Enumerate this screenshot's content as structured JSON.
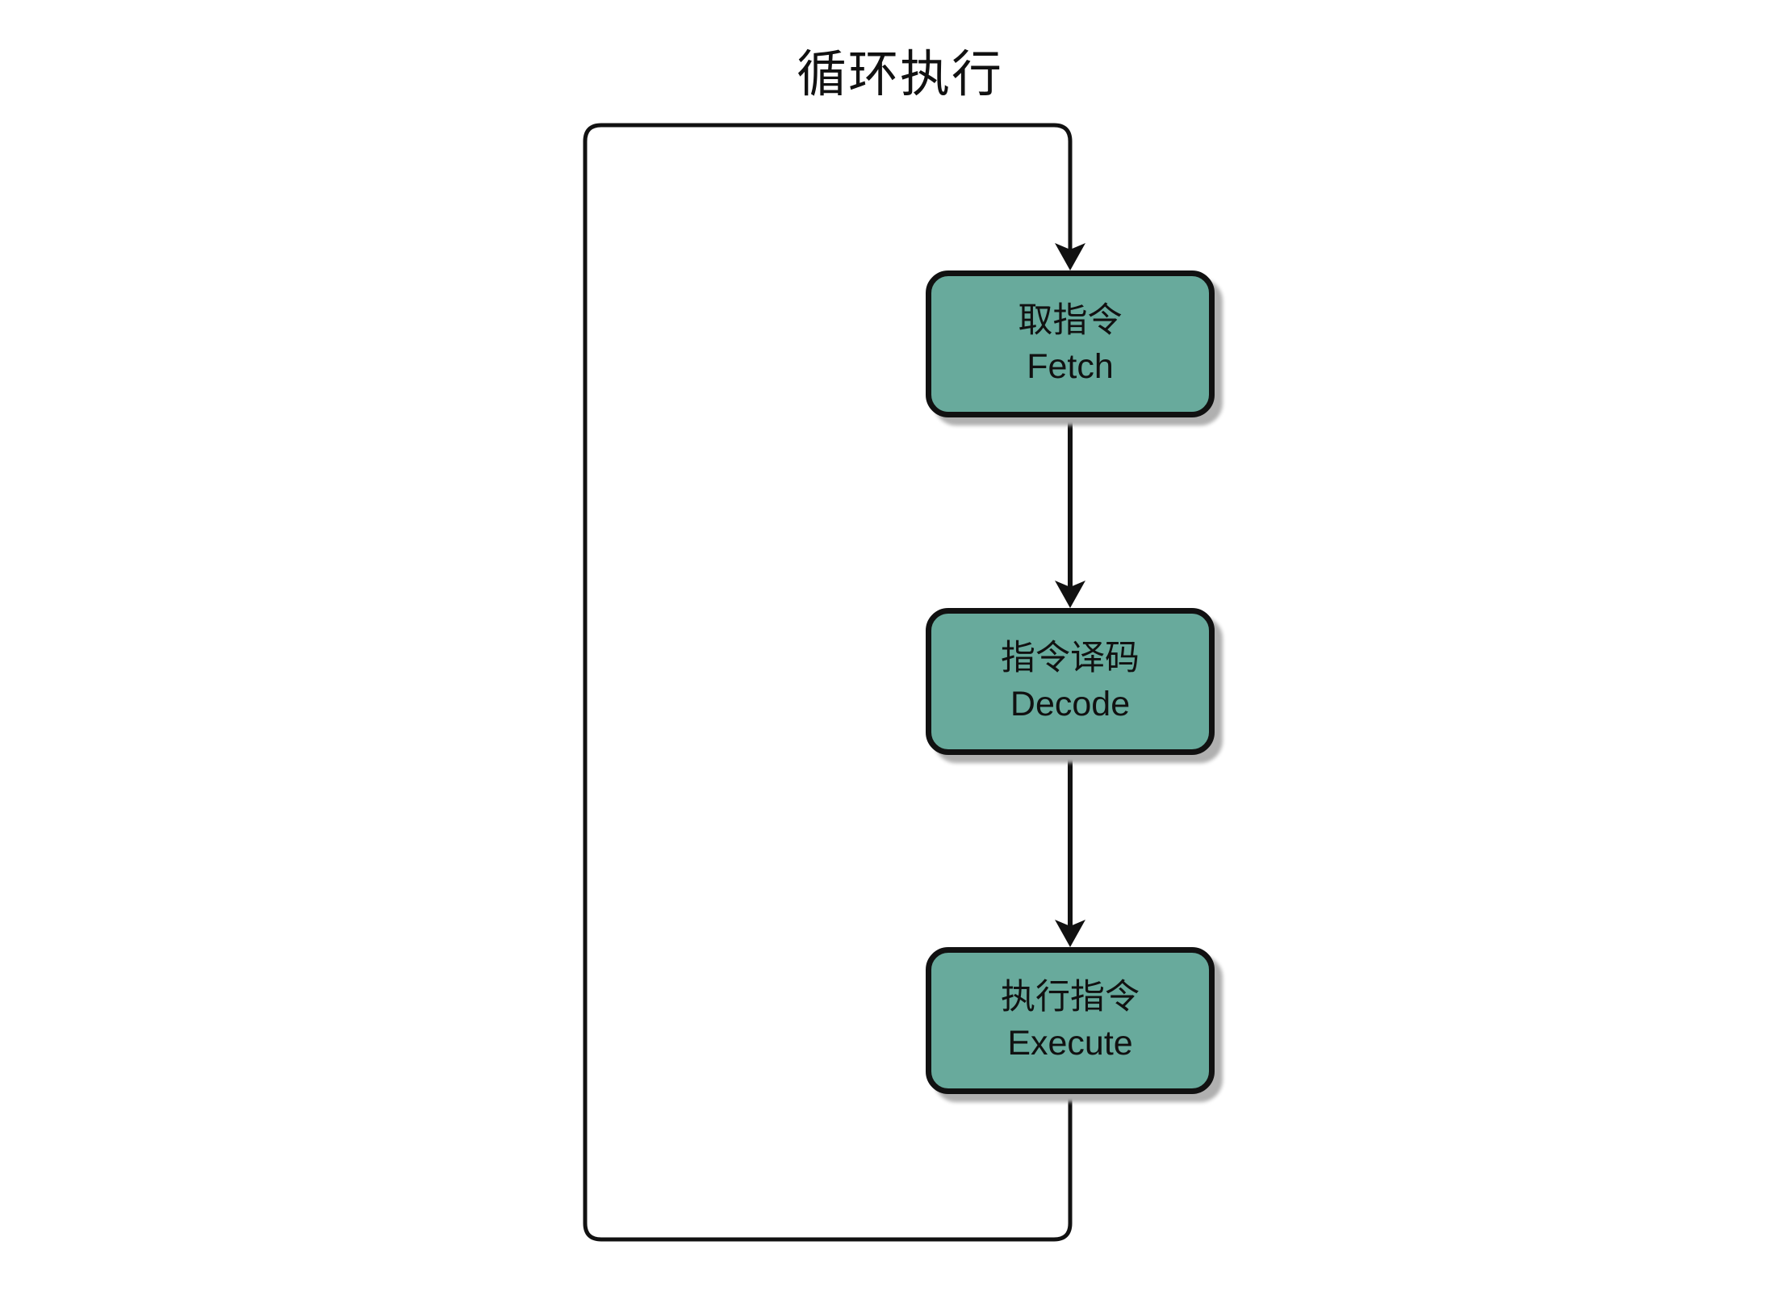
{
  "title": "循环执行",
  "nodes": [
    {
      "id": "fetch",
      "label_zh": "取指令",
      "label_en": "Fetch"
    },
    {
      "id": "decode",
      "label_zh": "指令译码",
      "label_en": "Decode"
    },
    {
      "id": "execute",
      "label_zh": "执行指令",
      "label_en": "Execute"
    }
  ],
  "edges": [
    {
      "from": "fetch",
      "to": "decode",
      "type": "arrow"
    },
    {
      "from": "decode",
      "to": "execute",
      "type": "arrow"
    },
    {
      "from": "execute",
      "to": "fetch",
      "type": "loop-back-arrow",
      "label": "循环执行"
    }
  ],
  "colors": {
    "box_fill": "#68aa9c",
    "box_border": "#111111",
    "line_color": "#111111",
    "text_color": "#111111",
    "shadow_color": "#b0b0b0",
    "bg_color": "#ffffff"
  }
}
